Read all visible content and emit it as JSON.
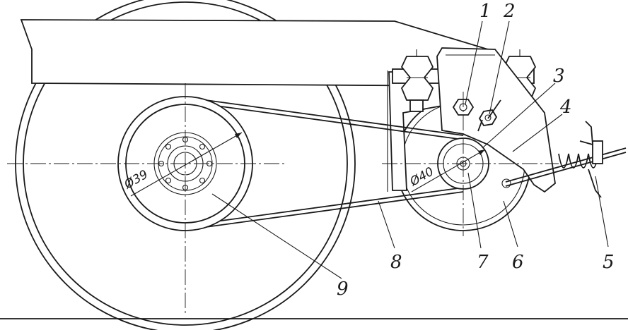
{
  "labels": {
    "part_1": "1",
    "part_2": "2",
    "part_3": "3",
    "part_4": "4",
    "part_5": "5",
    "part_6": "6",
    "part_7": "7",
    "part_8": "8",
    "part_9": "9"
  },
  "dimensions": {
    "axle_pulley_diameter": "Ø39",
    "generator_pulley_diameter": "Ø40"
  },
  "colors": {
    "line": "#1a1a1a",
    "background": "#ffffff"
  }
}
